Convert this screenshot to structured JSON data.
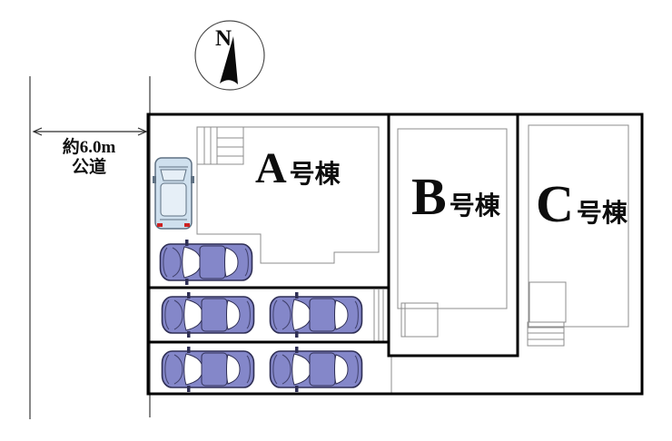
{
  "compass": {
    "label": "N"
  },
  "road": {
    "width_label": "約6.0m",
    "type_label": "公道"
  },
  "buildings": [
    {
      "letter": "A",
      "suffix": "号棟"
    },
    {
      "letter": "B",
      "suffix": "号棟"
    },
    {
      "letter": "C",
      "suffix": "号棟"
    }
  ],
  "parking": {
    "sedan_count": 5,
    "van_count": 1
  },
  "colors": {
    "boundary": "#000000",
    "outline": "#8c8c8c",
    "sedan_body": "#8487c9",
    "sedan_outline": "#2f2f55",
    "van_body": "#cfe0ee",
    "van_outline": "#5f7183",
    "taillight": "#cc2222"
  }
}
